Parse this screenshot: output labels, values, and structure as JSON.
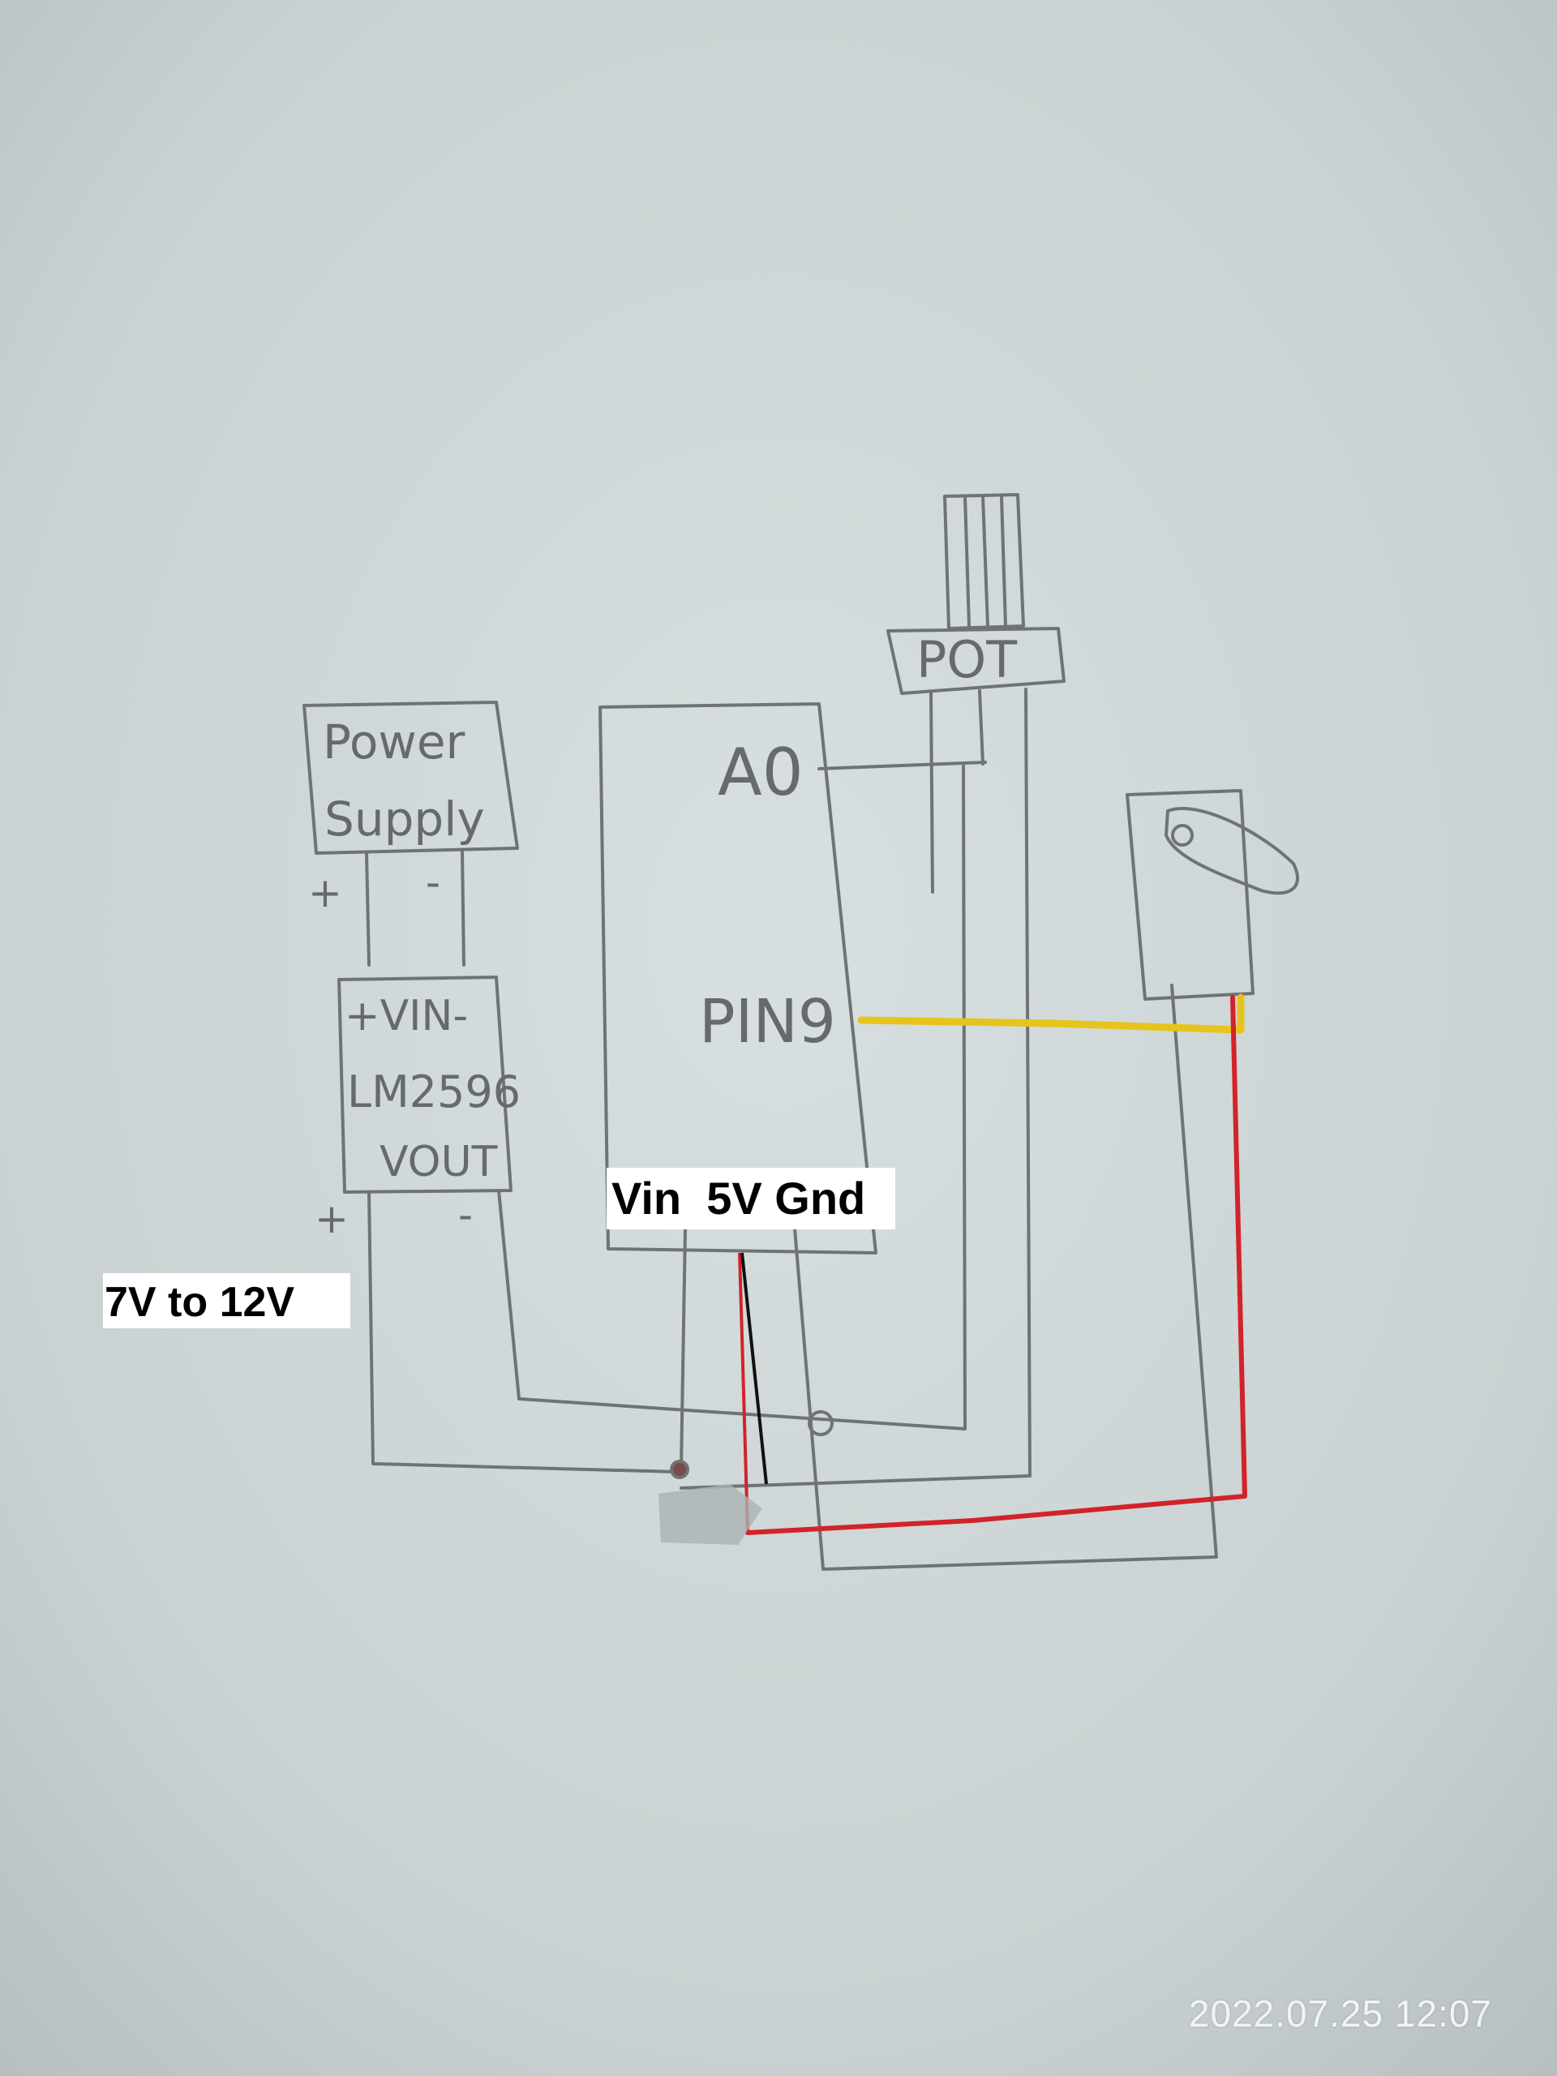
{
  "diagram": {
    "components": {
      "power_supply": {
        "line1": "Power",
        "line2": "Supply",
        "plus": "+",
        "minus": "-"
      },
      "regulator": {
        "vin": "+VIN-",
        "name": "LM2596",
        "vout": "VOUT",
        "plus": "+",
        "minus": "-"
      },
      "arduino": {
        "a0": "A0",
        "pin9": "PIN9"
      },
      "pot": {
        "label": "POT"
      },
      "servo": {}
    },
    "overlay_labels": {
      "pins": "Vin  5V Gnd",
      "voltage": "7V to 12V"
    },
    "wire_colors": {
      "pencil": "#6f7375",
      "signal": "#e6c41c",
      "power": "#d2232a",
      "black": "#111111"
    }
  },
  "timestamp": "2022.07.25 12:07"
}
